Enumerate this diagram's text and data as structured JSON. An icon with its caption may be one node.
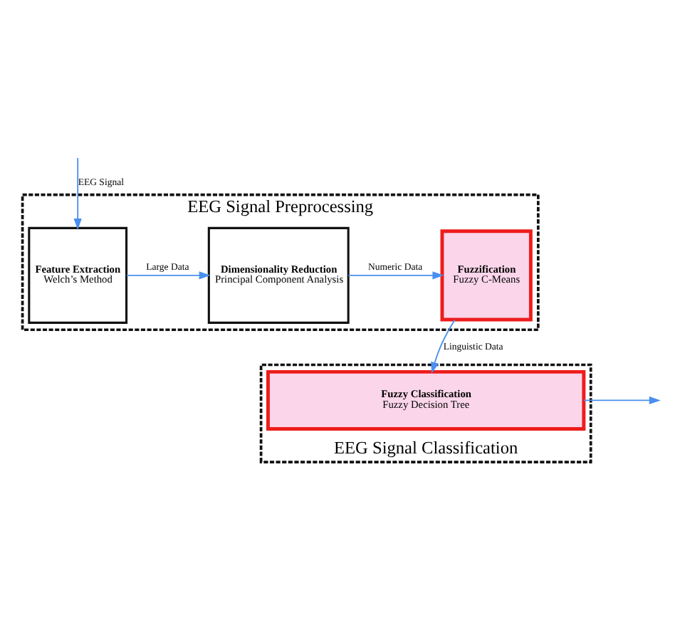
{
  "diagram": {
    "nodes": [
      {
        "text": [
          "EEG Signal Preprocessing"
        ]
      },
      {
        "text": [
          "Feature Extraction",
          "Welch’s Method"
        ],
        "in": 0
      },
      {
        "text": [
          "Dimensionality Reduction",
          "Principal Component Analysis"
        ],
        "in": 0
      },
      {
        "text": [
          "Fuzzification",
          "Fuzzy C-Means"
        ],
        "in": 0
      },
      {
        "text": [
          "EEG Signal Classification"
        ]
      },
      {
        "text": [
          "Fuzzy Classification",
          "Fuzzy Decision Tree"
        ],
        "in": 4
      }
    ],
    "edges": [
      {
        "from": null,
        "to": 1,
        "arrow": "to",
        "label": "EEG Signal"
      },
      {
        "from": 1,
        "to": 2,
        "arrow": "to",
        "label": "Large Data"
      },
      {
        "from": 2,
        "to": 3,
        "arrow": "to",
        "label": "Numeric Data"
      },
      {
        "from": 3,
        "to": 5,
        "arrow": "to",
        "label": "Linguistic Data"
      },
      {
        "from": 5,
        "to": null,
        "arrow": "to"
      }
    ]
  }
}
